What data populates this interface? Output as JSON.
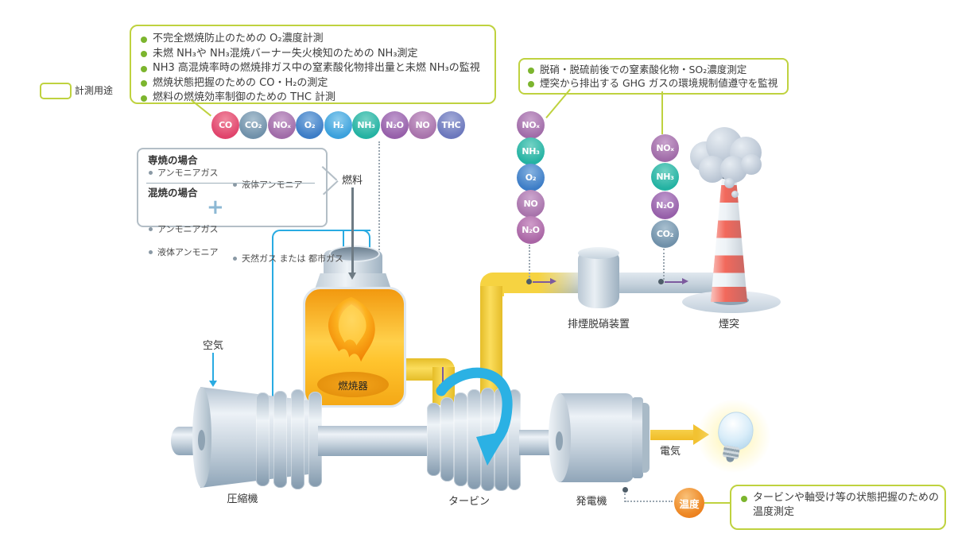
{
  "legend_chip": {
    "label": "計測用途"
  },
  "purpose_boxes": {
    "combustion": {
      "items": [
        "不完全燃焼防止のための O₂濃度計測",
        "未燃 NH₃や NH₃混焼バーナー失火検知のための NH₃測定",
        "NH3 高混焼率時の燃焼排ガス中の窒素酸化物排出量と未燃 NH₃の監視",
        "燃焼状態把握のための CO・H₂の測定",
        "燃料の燃焼効率制御のための THC 計測"
      ]
    },
    "flue": {
      "items": [
        "脱硝・脱硫前後での窒素酸化物・SO₂濃度測定",
        "煙突から排出する GHG ガスの環境規制値遵守を監視"
      ]
    },
    "temperature": {
      "items": [
        "タービンや軸受け等の状態把握のための温度測定"
      ]
    }
  },
  "fuel_panel": {
    "dedicated_title": "専焼の場合",
    "dedicated_options": [
      "アンモニアガス",
      "液体アンモニア"
    ],
    "cofiring_title": "混焼の場合",
    "cofiring_options": [
      "アンモニアガス",
      "液体アンモニア"
    ],
    "plus_sign": "+",
    "cofiring_partner": "天然ガス または 都市ガス"
  },
  "gas_groups": {
    "combustor_row": [
      {
        "label": "CO",
        "color": "#e0436b",
        "light": "#f08aa0"
      },
      {
        "label": "CO₂",
        "color": "#6f90a9",
        "light": "#a9c0d0"
      },
      {
        "label": "NOₓ",
        "color": "#a06ba8",
        "light": "#c8a2cc"
      },
      {
        "label": "O₂",
        "color": "#3c7cc6",
        "light": "#85b2e0"
      },
      {
        "label": "H₂",
        "color": "#3aa0dc",
        "light": "#8ccdee"
      },
      {
        "label": "NH₃",
        "color": "#23b2a2",
        "light": "#74d2c5"
      },
      {
        "label": "N₂O",
        "color": "#965fa9",
        "light": "#bf9ace"
      },
      {
        "label": "NO",
        "color": "#a873ab",
        "light": "#cda7cf"
      },
      {
        "label": "THC",
        "color": "#6b77bc",
        "light": "#a3abd8"
      }
    ],
    "pre_denox_column": [
      {
        "label": "NOₓ",
        "color": "#a06ba8",
        "light": "#c8a2cc"
      },
      {
        "label": "NH₃",
        "color": "#23b2a2",
        "light": "#74d2c5"
      },
      {
        "label": "O₂",
        "color": "#3c7cc6",
        "light": "#85b2e0"
      },
      {
        "label": "NO",
        "color": "#a873ab",
        "light": "#cda7cf"
      },
      {
        "label": "N₂O",
        "color": "#a965a5",
        "light": "#cf9cc9"
      }
    ],
    "stack_column": [
      {
        "label": "NOₓ",
        "color": "#a06ba8",
        "light": "#c8a2cc"
      },
      {
        "label": "NH₃",
        "color": "#23b2a2",
        "light": "#74d2c5"
      },
      {
        "label": "N₂O",
        "color": "#965fa9",
        "light": "#bf9ace"
      },
      {
        "label": "CO₂",
        "color": "#6f90a9",
        "light": "#a9c0d0"
      }
    ]
  },
  "flow_labels": {
    "fuel": "燃料",
    "air": "空気",
    "electricity": "電気"
  },
  "equipment": {
    "combustor": "燃焼器",
    "compressor": "圧縮機",
    "turbine": "タービン",
    "generator": "発電機",
    "denox_unit": "排煙脱硝装置",
    "stack": "煙突"
  },
  "temperature_badge": {
    "label": "温度"
  },
  "colors": {
    "accent_green": "#bfd23f",
    "bullet_green": "#7cb52e",
    "cyan": "#29abe2",
    "duct_yellow": "#f6d341",
    "purple": "#7d5b9e",
    "temp_orange": "#ee8a28"
  }
}
